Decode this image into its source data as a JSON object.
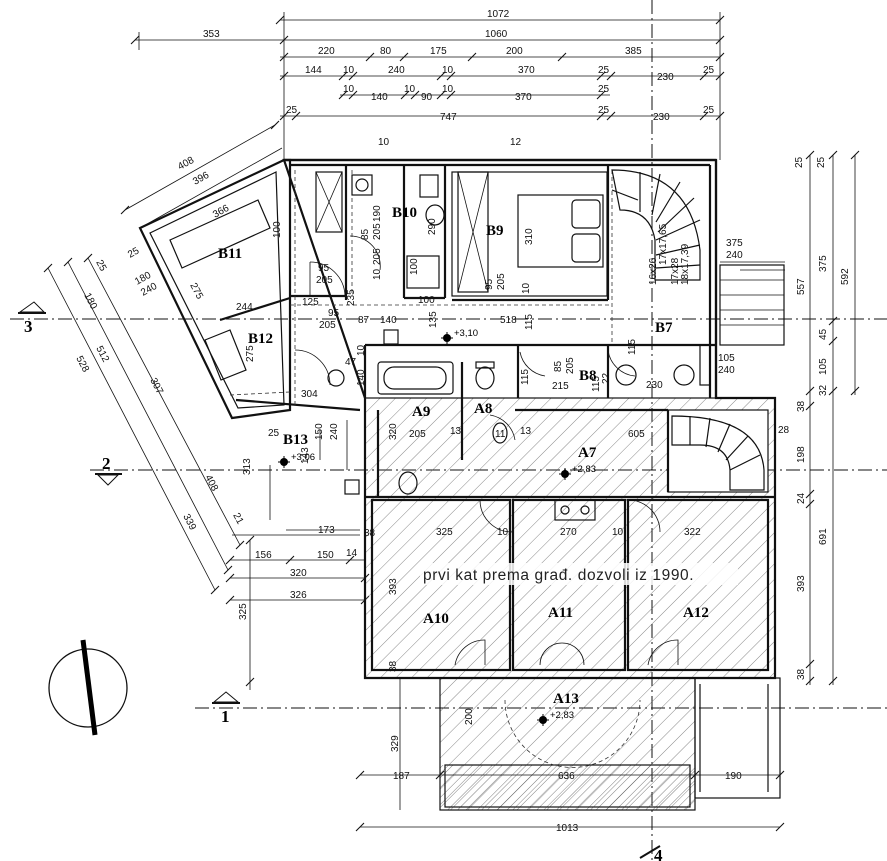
{
  "rooms": {
    "B7": "B7",
    "B8": "B8",
    "B9": "B9",
    "B10": "B10",
    "B11": "B11",
    "B12": "B12",
    "B13": "B13",
    "A7": "A7",
    "A8": "A8",
    "A9": "A9",
    "A10": "A10",
    "A11": "A11",
    "A12": "A12",
    "A13": "A13"
  },
  "levels": {
    "l310": "+3,10",
    "l306": "+3,06",
    "l283a": "+2,83",
    "l283b": "+2,83"
  },
  "axes": {
    "a1": "1",
    "a2": "2",
    "a3": "3",
    "a4": "4"
  },
  "note": "prvi kat prema građ. dozvoli iz 1990.",
  "top_dimensions": {
    "row1": [
      "1072"
    ],
    "row2": [
      "353",
      "1060"
    ],
    "row3": [
      "220",
      "80",
      "175",
      "200",
      "385"
    ],
    "row4": [
      "144",
      "10",
      "240",
      "10",
      "370",
      "25",
      "230",
      "25"
    ],
    "row5": [
      "10",
      "140",
      "10",
      "90",
      "10",
      "370",
      "25"
    ],
    "row6": [
      "25",
      "747",
      "25",
      "230",
      "25"
    ]
  },
  "bottom_dimensions": {
    "row1": [
      "187",
      "636",
      "190"
    ],
    "row2": [
      "1013"
    ]
  },
  "right_dimensions": [
    "25",
    "25",
    "557",
    "375",
    "592",
    "45",
    "105",
    "32",
    "38",
    "198",
    "24",
    "691",
    "393",
    "38"
  ],
  "left_dimensions": {
    "diag_top": [
      "408",
      "396",
      "366",
      "100",
      "275",
      "25",
      "180",
      "240"
    ],
    "diag_left": [
      "25",
      "180",
      "512",
      "528",
      "307",
      "408",
      "339",
      "21"
    ],
    "lower": [
      "156",
      "150",
      "14",
      "320",
      "326",
      "325",
      "313",
      "173",
      "38",
      "143",
      "150",
      "240",
      "25"
    ]
  },
  "interior_dimensions": [
    "95",
    "205",
    "125",
    "95",
    "205",
    "87",
    "140",
    "135",
    "518",
    "115",
    "235",
    "100",
    "205",
    "85",
    "205",
    "10",
    "190",
    "290",
    "310",
    "95",
    "205",
    "10",
    "100",
    "244",
    "275",
    "304",
    "47",
    "140",
    "10",
    "205",
    "115",
    "13",
    "11",
    "13",
    "605",
    "320",
    "115",
    "85",
    "205",
    "115",
    "215",
    "22",
    "230",
    "105",
    "240",
    "375",
    "240",
    "16x26",
    "17x17,65",
    "17x28",
    "18x17,39",
    "325",
    "10",
    "270",
    "10",
    "322",
    "393",
    "38",
    "200",
    "329",
    "28",
    "10",
    "12"
  ]
}
